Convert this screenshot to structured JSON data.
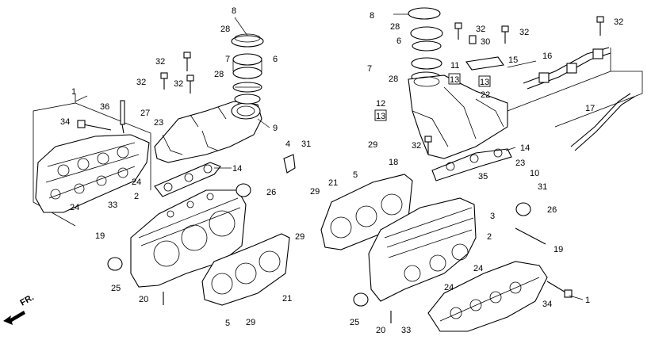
{
  "callouts": [
    "8",
    "28",
    "7",
    "6",
    "32",
    "32",
    "32",
    "28",
    "1",
    "36",
    "34",
    "27",
    "23",
    "9",
    "4",
    "31",
    "24",
    "2",
    "33",
    "14",
    "26",
    "19",
    "29",
    "25",
    "20",
    "5",
    "29",
    "21",
    "24",
    "8",
    "28",
    "6",
    "7",
    "28",
    "11",
    "13",
    "13",
    "22",
    "32",
    "30",
    "32",
    "15",
    "16",
    "32",
    "17",
    "12",
    "13",
    "29",
    "32",
    "18",
    "14",
    "23",
    "10",
    "21",
    "5",
    "29",
    "35",
    "31",
    "26",
    "3",
    "2",
    "19",
    "24",
    "25",
    "24",
    "34",
    "33",
    "1",
    "20"
  ],
  "front_indicator": "FR."
}
